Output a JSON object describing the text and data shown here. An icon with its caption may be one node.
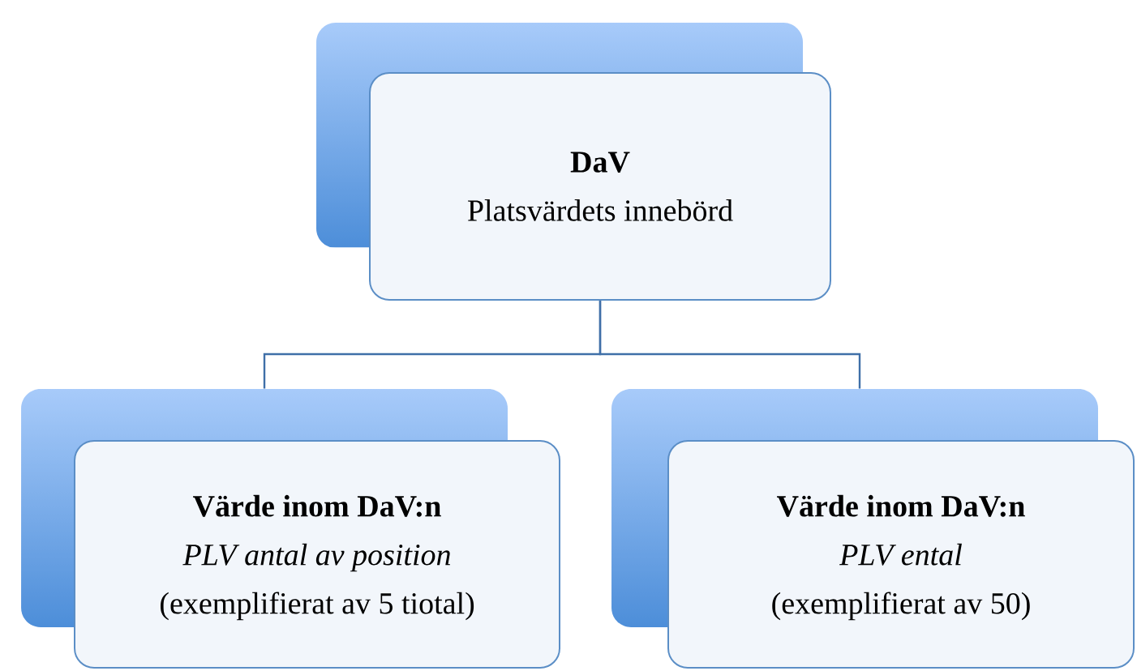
{
  "diagram": {
    "nodes": [
      {
        "text": [
          "DaV",
          "Platsvärdets innebörd"
        ]
      },
      {
        "text": [
          "Värde inom DaV:n",
          "PLV antal av position",
          "(exemplifierat av 5 tiotal)"
        ]
      },
      {
        "text": [
          "Värde inom DaV:n",
          "PLV ental",
          "(exemplifierat av 50)"
        ]
      }
    ],
    "edges": [
      {
        "from": 0,
        "to": 1,
        "arrow": "none"
      },
      {
        "from": 0,
        "to": 2,
        "arrow": "none"
      }
    ]
  }
}
